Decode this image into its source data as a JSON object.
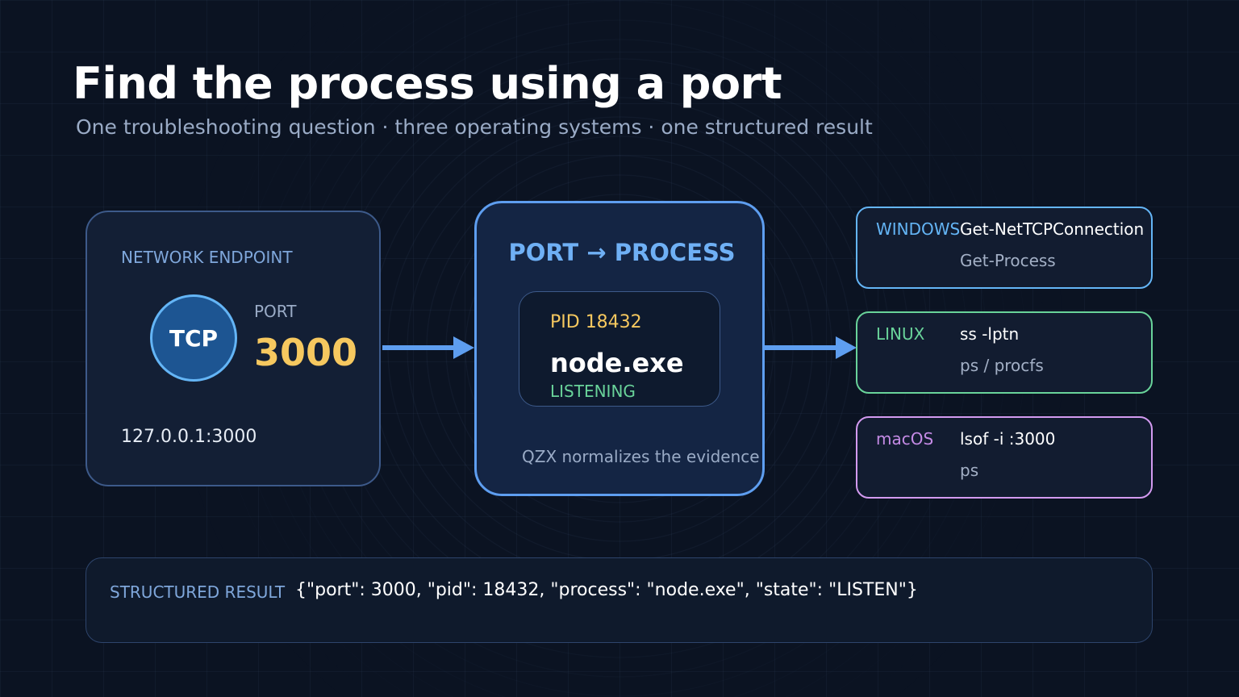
{
  "header": {
    "title": "Find the process using a port",
    "subtitle": "One troubleshooting question · three operating systems · one structured result"
  },
  "endpoint": {
    "heading": "NETWORK ENDPOINT",
    "protocol": "TCP",
    "port_label": "PORT",
    "port_value": "3000",
    "address": "127.0.0.1:3000"
  },
  "mapping": {
    "heading": "PORT → PROCESS",
    "pid": "PID 18432",
    "process": "node.exe",
    "state": "LISTENING",
    "note": "QZX normalizes the evidence"
  },
  "os_cards": [
    {
      "label": "WINDOWS",
      "cmd1": "Get-NetTCPConnection",
      "cmd2": "Get-Process",
      "color": "#64b5f6",
      "label_color": "#64b5f6"
    },
    {
      "label": "LINUX",
      "cmd1": "ss -lptn",
      "cmd2": "ps / procfs",
      "color": "#69d39a",
      "label_color": "#69d39a"
    },
    {
      "label": "macOS",
      "cmd1": "lsof -i :3000",
      "cmd2": "ps",
      "color": "#d39af0",
      "label_color": "#c58be6"
    }
  ],
  "result": {
    "label": "STRUCTURED RESULT",
    "json": "{\"port\": 3000, \"pid\": 18432, \"process\": \"node.exe\", \"state\": \"LISTEN\"}"
  },
  "colors": {
    "background": "#0b1322",
    "accent_blue": "#5e9ef0",
    "port_yellow": "#f6c85f",
    "listening_green": "#69d39a"
  }
}
